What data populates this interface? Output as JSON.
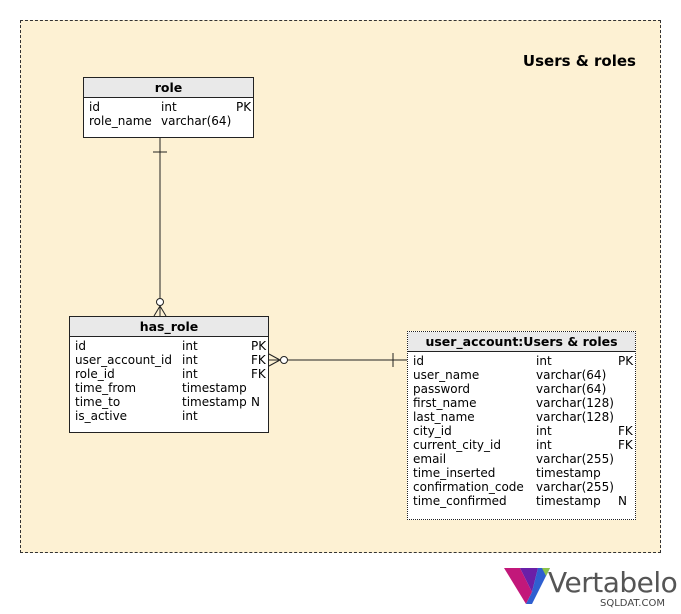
{
  "area": {
    "title": "Users & roles"
  },
  "tables": {
    "role": {
      "name": "role",
      "columns": [
        {
          "name": "id",
          "type": "int",
          "flag": "PK"
        },
        {
          "name": "role_name",
          "type": "varchar(64)",
          "flag": ""
        }
      ]
    },
    "has_role": {
      "name": "has_role",
      "columns": [
        {
          "name": "id",
          "type": "int",
          "flag": "PK"
        },
        {
          "name": "user_account_id",
          "type": "int",
          "flag": "FK"
        },
        {
          "name": "role_id",
          "type": "int",
          "flag": "FK"
        },
        {
          "name": "time_from",
          "type": "timestamp",
          "flag": ""
        },
        {
          "name": "time_to",
          "type": "timestamp",
          "flag": "N"
        },
        {
          "name": "is_active",
          "type": "int",
          "flag": ""
        }
      ]
    },
    "user_account": {
      "name": "user_account:Users & roles",
      "columns": [
        {
          "name": "id",
          "type": "int",
          "flag": "PK"
        },
        {
          "name": "user_name",
          "type": "varchar(64)",
          "flag": ""
        },
        {
          "name": "password",
          "type": "varchar(64)",
          "flag": ""
        },
        {
          "name": "first_name",
          "type": "varchar(128)",
          "flag": ""
        },
        {
          "name": "last_name",
          "type": "varchar(128)",
          "flag": ""
        },
        {
          "name": "city_id",
          "type": "int",
          "flag": "FK"
        },
        {
          "name": "current_city_id",
          "type": "int",
          "flag": "FK"
        },
        {
          "name": "email",
          "type": "varchar(255)",
          "flag": ""
        },
        {
          "name": "time_inserted",
          "type": "timestamp",
          "flag": ""
        },
        {
          "name": "confirmation_code",
          "type": "varchar(255)",
          "flag": ""
        },
        {
          "name": "time_confirmed",
          "type": "timestamp",
          "flag": "N"
        }
      ]
    }
  },
  "branding": {
    "logo": "Vertabelo",
    "watermark": "SQLDAT.COM"
  },
  "colors": {
    "area_bg": "#fdf1d3",
    "header_bg": "#e9e9e9"
  }
}
